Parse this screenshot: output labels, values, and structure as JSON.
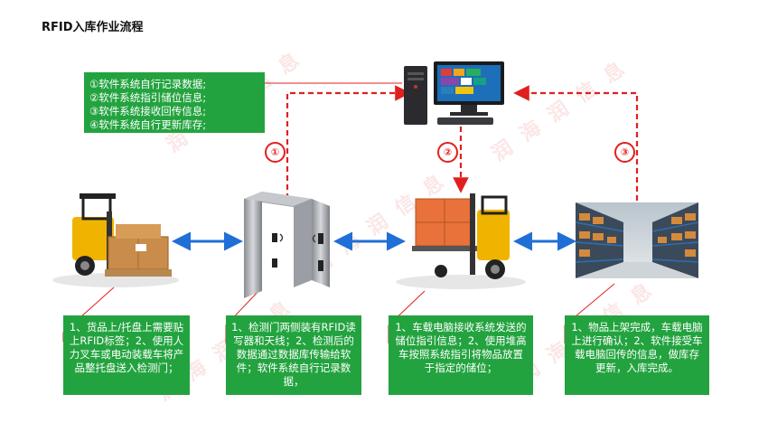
{
  "title": "RFID入库作业流程",
  "top_note": {
    "lines": [
      "①软件系统自行记录数据;",
      "②软件系统指引储位信息;",
      "③软件系统接收回传信息;",
      "④软件系统自行更新库存;"
    ]
  },
  "markers": [
    "①",
    "②",
    "③"
  ],
  "watermark": "润 海 润 信 息",
  "steps": [
    {
      "label": "1、货品上/托盘上需要贴上RFID标签；2、使用人力叉车或电动装载车将产品整托盘送入检测门；"
    },
    {
      "label": "1、检测门两侧装有RFID读写器和天线；2、检测后的数据通过数据库传输给软件；软件系统自行记录数据，"
    },
    {
      "label": "1、车载电脑接收系统发送的储位指引信息；2、使用堆高车按照系统指引将物品放置于指定的储位；"
    },
    {
      "label": "1、物品上架完成，车载电脑上进行确认；2、软件接受车载电脑回传的信息，做库存更新，入库完成。"
    }
  ],
  "colors": {
    "green": "#23a33f",
    "red": "#e02020",
    "blue": "#1f6fd6"
  }
}
